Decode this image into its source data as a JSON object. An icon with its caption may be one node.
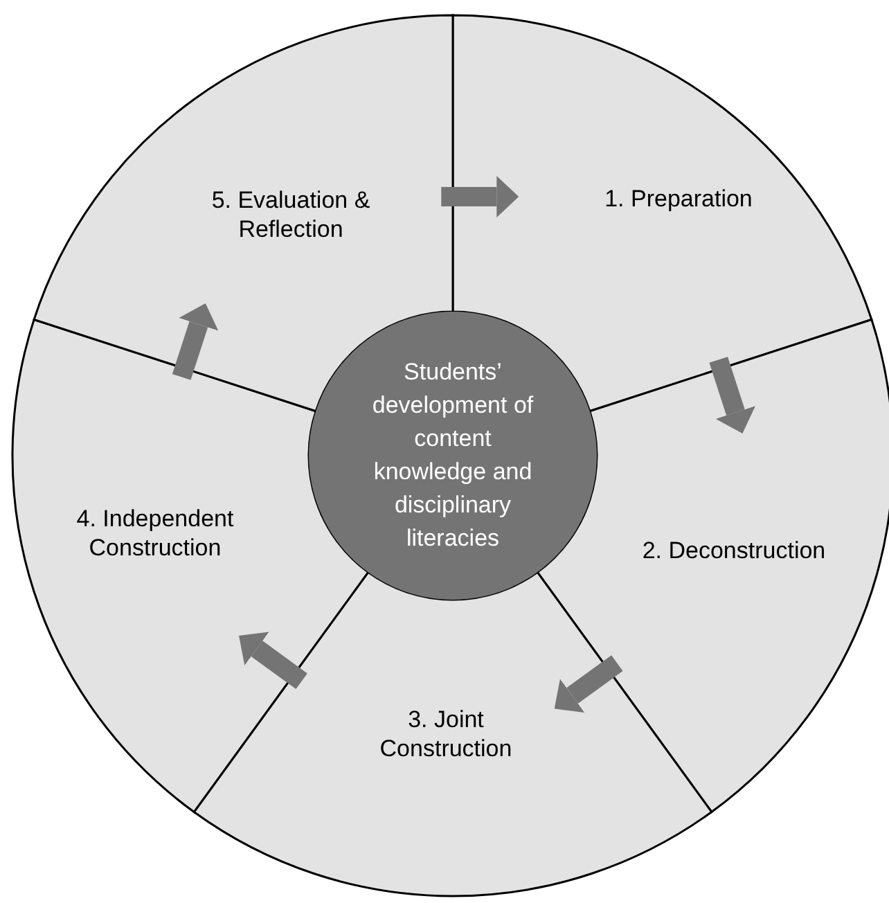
{
  "diagram": {
    "nodes": [
      {
        "text": [
          "1. Preparation"
        ]
      },
      {
        "text": [
          "2. Deconstruction"
        ]
      },
      {
        "text": [
          "3. Joint Construction"
        ]
      },
      {
        "text": [
          "4. Independent Construction"
        ]
      },
      {
        "text": [
          "5. Evaluation & Reflection"
        ]
      },
      {
        "text": [
          "Students’ development of content knowledge and disciplinary literacies"
        ]
      }
    ],
    "edges": [
      {
        "from": 4,
        "to": 0,
        "arrow": "to"
      },
      {
        "from": 0,
        "to": 1,
        "arrow": "to"
      },
      {
        "from": 1,
        "to": 2,
        "arrow": "to"
      },
      {
        "from": 2,
        "to": 3,
        "arrow": "to"
      },
      {
        "from": 3,
        "to": 4,
        "arrow": "to"
      }
    ]
  }
}
